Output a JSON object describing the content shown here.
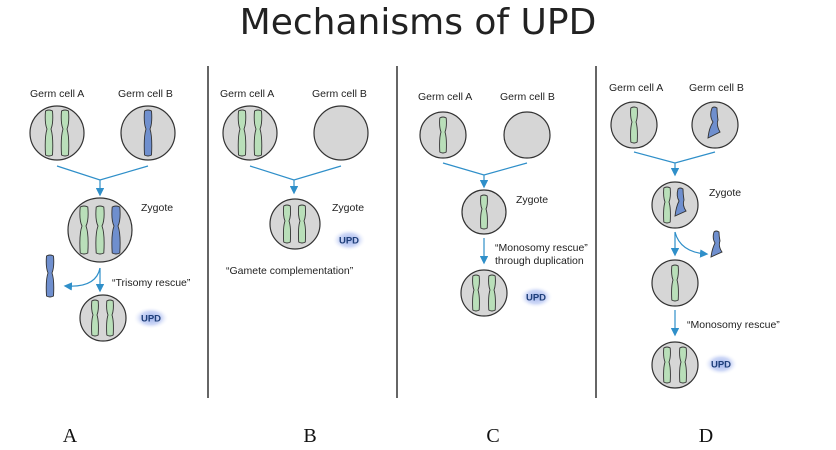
{
  "title": "Mechanisms of UPD",
  "colors": {
    "maternal": "#b9dfb9",
    "paternal": "#6f8fce",
    "cell": "#d6d6d6",
    "arrow": "#2f8fc9",
    "upd_glow": "#8fa6e6",
    "divider": "#333333"
  },
  "labels": {
    "germ_a": "Germ cell A",
    "germ_b": "Germ cell B",
    "zygote": "Zygote",
    "upd": "UPD"
  },
  "panels": [
    {
      "letter": "A",
      "caption": "“Trisomy rescue”"
    },
    {
      "letter": "B",
      "caption": "“Gamete complementation”"
    },
    {
      "letter": "C",
      "caption_line1": "“Monosomy rescue”",
      "caption_line2": "through duplication"
    },
    {
      "letter": "D",
      "caption": "“Monosomy rescue”"
    }
  ]
}
